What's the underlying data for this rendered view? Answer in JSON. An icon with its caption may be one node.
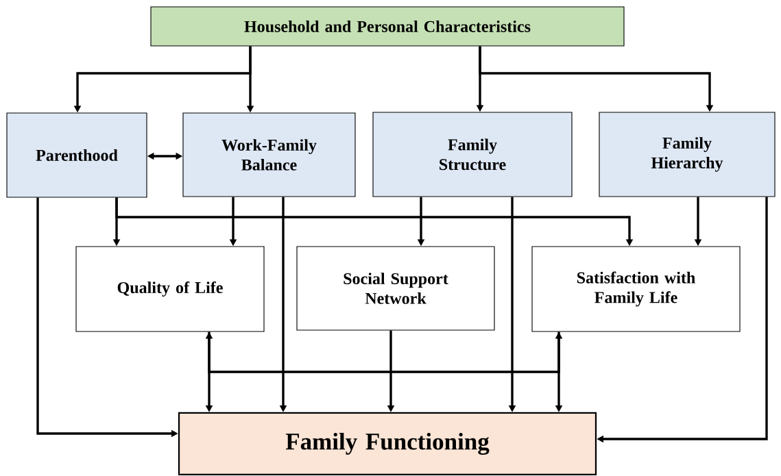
{
  "diagram": {
    "nodes": [
      {
        "text": [
          "Household and Personal Characteristics"
        ]
      },
      {
        "text": [
          "Parenthood"
        ]
      },
      {
        "text": [
          "Work-Family Balance"
        ]
      },
      {
        "text": [
          "Family Structure"
        ]
      },
      {
        "text": [
          "Family Hierarchy"
        ]
      },
      {
        "text": [
          "Quality of Life"
        ]
      },
      {
        "text": [
          "Social Support Network"
        ]
      },
      {
        "text": [
          "Satisfaction with Family Life"
        ]
      },
      {
        "text": [
          "Family Functioning"
        ]
      }
    ],
    "edges": [
      {
        "from": 0,
        "to": 1,
        "arrow": "to"
      },
      {
        "from": 0,
        "to": 2,
        "arrow": "to"
      },
      {
        "from": 0,
        "to": 3,
        "arrow": "to"
      },
      {
        "from": 0,
        "to": 4,
        "arrow": "to"
      },
      {
        "from": 1,
        "to": 2,
        "arrow": "both"
      },
      {
        "from": 1,
        "to": 5,
        "arrow": "to"
      },
      {
        "from": 1,
        "to": 7,
        "arrow": "to"
      },
      {
        "from": 1,
        "to": 8,
        "arrow": "to"
      },
      {
        "from": 2,
        "to": 5,
        "arrow": "to"
      },
      {
        "from": 2,
        "to": 8,
        "arrow": "to"
      },
      {
        "from": 3,
        "to": 6,
        "arrow": "to"
      },
      {
        "from": 3,
        "to": 8,
        "arrow": "to"
      },
      {
        "from": 4,
        "to": 7,
        "arrow": "to"
      },
      {
        "from": 4,
        "to": 8,
        "arrow": "to"
      },
      {
        "from": 5,
        "to": 8,
        "arrow": "both"
      },
      {
        "from": 6,
        "to": 8,
        "arrow": "to"
      },
      {
        "from": 7,
        "to": 8,
        "arrow": "both"
      },
      {
        "from": 5,
        "to": 7,
        "arrow": "none"
      }
    ]
  }
}
